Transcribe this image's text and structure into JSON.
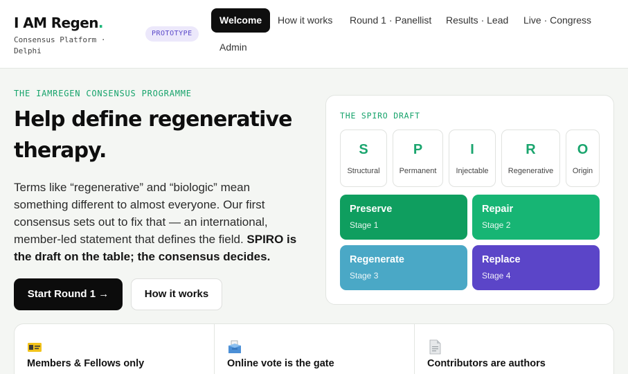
{
  "header": {
    "brand_title": "I AM Regen",
    "brand_dot": ".",
    "brand_subtitle": "Consensus Platform · Delphi",
    "badge": "PROTOTYPE",
    "nav": [
      {
        "label": "Welcome",
        "active": true
      },
      {
        "label": "How it works",
        "active": false
      },
      {
        "label": "Round 1 · Panellist",
        "active": false
      },
      {
        "label": "Results · Lead",
        "active": false
      },
      {
        "label": "Live · Congress",
        "active": false
      },
      {
        "label": "Admin",
        "active": false
      }
    ]
  },
  "hero": {
    "kicker": "THE IAMREGEN CONSENSUS PROGRAMME",
    "headline": "Help define regenerative therapy.",
    "lede_plain": "Terms like “regenerative” and “biologic” mean something different to almost everyone. Our first consensus sets out to fix that — an international, member-led statement that defines the field. ",
    "lede_bold": "SPIRO is the draft on the table; the consensus decides.",
    "primary_button": "Start Round 1 →",
    "secondary_button": "How it works"
  },
  "spiro": {
    "kicker": "THE SPIRO DRAFT",
    "letters": [
      {
        "letter": "S",
        "word": "Structural"
      },
      {
        "letter": "P",
        "word": "Permanent"
      },
      {
        "letter": "I",
        "word": "Injectable"
      },
      {
        "letter": "R",
        "word": "Regenerative"
      },
      {
        "letter": "O",
        "word": "Origin"
      }
    ],
    "stages": [
      {
        "name": "Preserve",
        "stage": "Stage 1",
        "color": "#0f9e5f"
      },
      {
        "name": "Repair",
        "stage": "Stage 2",
        "color": "#17b574"
      },
      {
        "name": "Regenerate",
        "stage": "Stage 3",
        "color": "#4aa8c6"
      },
      {
        "name": "Replace",
        "stage": "Stage 4",
        "color": "#5b45c8"
      }
    ]
  },
  "features": [
    {
      "icon": "id-card-icon",
      "title": "Members & Fellows only"
    },
    {
      "icon": "ballot-box-icon",
      "title": "Online vote is the gate"
    },
    {
      "icon": "document-icon",
      "title": "Contributors are authors"
    }
  ],
  "colors": {
    "accent_green": "#16a36b",
    "badge_purple": "#5a48c9",
    "dark": "#0c0c0c"
  }
}
